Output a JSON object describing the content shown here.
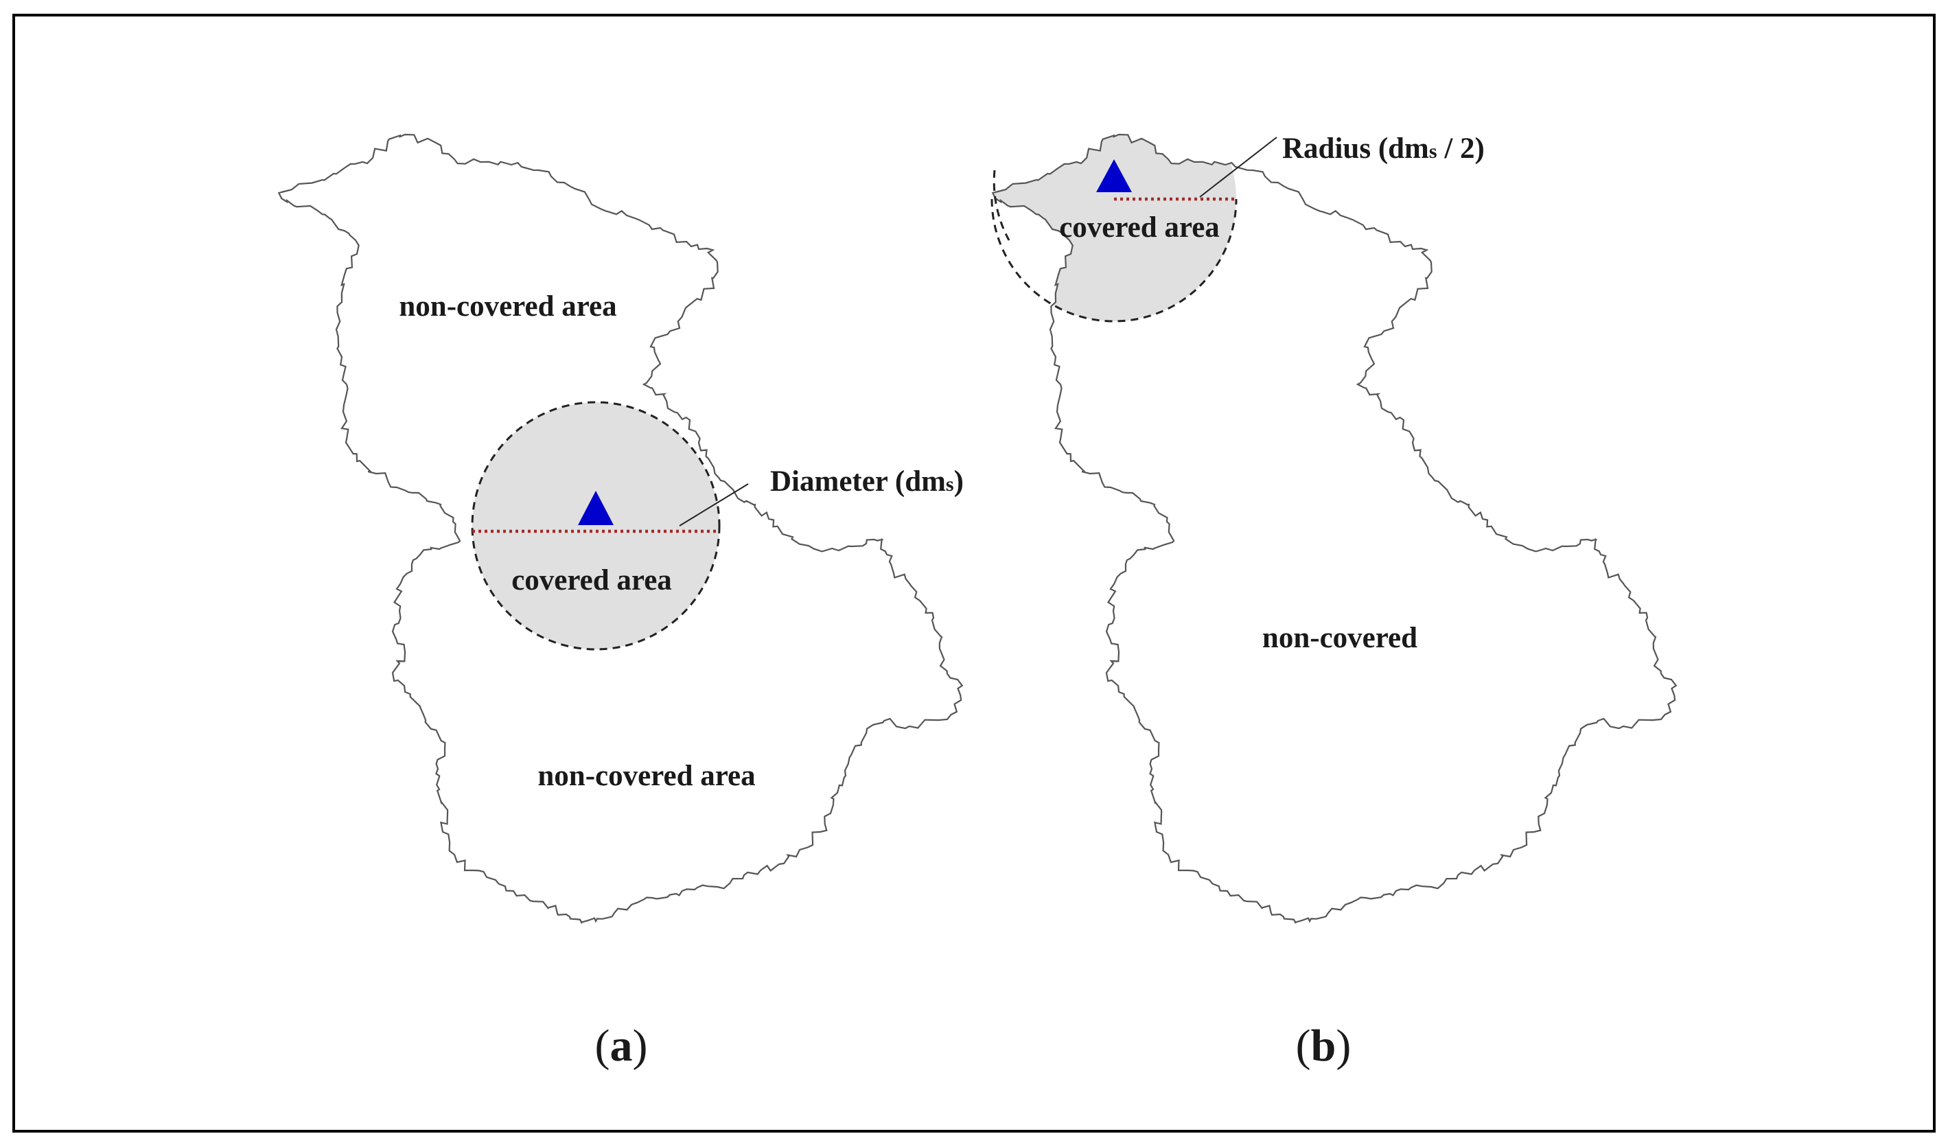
{
  "panel_a": {
    "caption_open": "(",
    "caption_letter": "a",
    "caption_close": ")",
    "upper_region_label": "non-covered area",
    "lower_region_label": "non-covered area",
    "covered_label": "covered area",
    "annotation_prefix": "Diameter (dm",
    "annotation_subscript": "s",
    "annotation_suffix": ")"
  },
  "panel_b": {
    "caption_open": "(",
    "caption_letter": "b",
    "caption_close": ")",
    "region_label": "non-covered",
    "covered_label": "covered area",
    "annotation_prefix": "Radius (dm",
    "annotation_subscript": "s",
    "annotation_suffix": " / 2)"
  },
  "colors": {
    "frame": "#000000",
    "boundary": "#555555",
    "covered_fill": "#e0e0e0",
    "station_marker": "#0000cc",
    "measure_line": "#a52a2a",
    "coverage_outline": "#222222"
  },
  "icons": {
    "station": "triangle-marker-icon"
  }
}
